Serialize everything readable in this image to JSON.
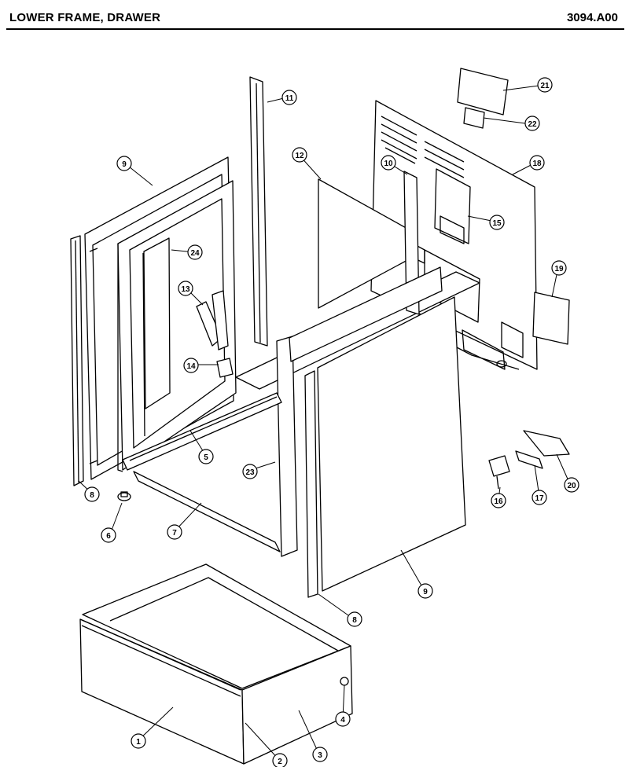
{
  "header": {
    "title": "LOWER FRAME, DRAWER",
    "code": "3094.A00"
  },
  "callouts": [
    {
      "n": "1"
    },
    {
      "n": "2"
    },
    {
      "n": "3"
    },
    {
      "n": "4"
    },
    {
      "n": "5"
    },
    {
      "n": "6"
    },
    {
      "n": "7"
    },
    {
      "n": "8"
    },
    {
      "n": "8"
    },
    {
      "n": "9"
    },
    {
      "n": "9"
    },
    {
      "n": "10"
    },
    {
      "n": "11"
    },
    {
      "n": "12"
    },
    {
      "n": "13"
    },
    {
      "n": "14"
    },
    {
      "n": "15"
    },
    {
      "n": "16"
    },
    {
      "n": "17"
    },
    {
      "n": "18"
    },
    {
      "n": "19"
    },
    {
      "n": "20"
    },
    {
      "n": "21"
    },
    {
      "n": "22"
    },
    {
      "n": "23"
    },
    {
      "n": "24"
    }
  ]
}
